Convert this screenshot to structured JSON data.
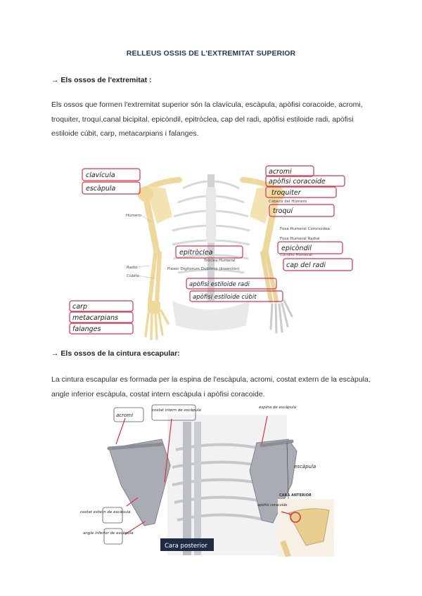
{
  "document": {
    "title": "RELLEUS OSSIS DE L'EXTREMITAT SUPERIOR",
    "section1": {
      "heading": "→ Els ossos de l'extremitat :",
      "text": "Els ossos que formen l'extremitat superior són la clavícula, escàpula, apòfisi coracoide, acromi, troquiter, troquí,canal bicipital, epicòndil, epitròclea, cap del radi, apòfisi estiloide radi, apòfisi estiloide cúbit, carp, metacarpians i falanges."
    },
    "section2": {
      "heading": "→ Els ossos de la cintura escapular:",
      "text": "La cintura escapular es formada per la espina de l'escàpula, acromi, costat extern de la escàpula, angle inferior escàpula, costat intern escàpula i apòfisi coracoide."
    }
  },
  "figure1": {
    "handwritten_labels": [
      "clavícula",
      "escàpula",
      "acromi",
      "apòfisi coracoide",
      "troquiter",
      "troquí",
      "epitròclea",
      "epicòndil",
      "cap del radi",
      "apòfisi estiloide radi",
      "apòfisi estiloide cúbit",
      "carp",
      "metacarpians",
      "falanges"
    ],
    "printed_labels": [
      "Cabeza del Húmero",
      "Húmero",
      "Fosa Humeral Coronoidea",
      "Fosa Humeral Radial",
      "Cóndilo Humeral",
      "Tróclea Humeral",
      "Flexor Digitorum Dublimis (Inserción)",
      "Radio",
      "Cúbito"
    ]
  },
  "figure2": {
    "handwritten_labels": [
      "acromi",
      "costat intern de escàpula",
      "espina de escàpula",
      "costat extern de escàpula",
      "angle inferior de escàpula",
      "escàpula",
      "apòfisi coracoide"
    ],
    "printed_labels": [
      "CARA ANTERIOR",
      "Cara posterior"
    ]
  },
  "colors": {
    "title": "#1f3a5f",
    "label_box": "#d9324a",
    "bone": "#efd99a",
    "bone_gray": "#a9adb3"
  }
}
